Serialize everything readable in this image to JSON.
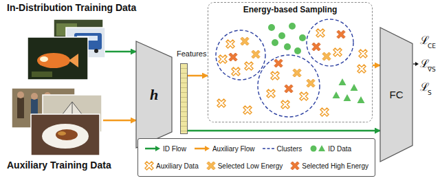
{
  "diagram": {
    "nodes": [
      {
        "text": [
          "In-Distribution Training Data"
        ]
      },
      {
        "text": [
          "Auxiliary Training Data"
        ]
      },
      {
        "text": [
          "h"
        ]
      },
      {
        "text": [
          "Features"
        ]
      },
      {
        "text": [
          "Energy-based Sampling"
        ]
      },
      {
        "text": [
          "FC"
        ]
      }
    ],
    "edges": [
      {
        "from": 0,
        "to": 2,
        "arrow": "to"
      },
      {
        "from": 1,
        "to": 2,
        "arrow": "to"
      },
      {
        "from": 3,
        "to": 4,
        "arrow": "to"
      },
      {
        "from": 4,
        "to": 5,
        "arrow": "to"
      },
      {
        "from": 3,
        "to": 5,
        "arrow": "to"
      }
    ],
    "labels": [
      "ℒ",
      "CE",
      "ℒ",
      "∇S",
      "ℒ",
      "S"
    ],
    "legend": [
      {
        "text": "ID Flow"
      },
      {
        "text": "Auxiliary Flow"
      },
      {
        "text": "Clusters"
      },
      {
        "text": "ID Data"
      },
      {
        "text": "Auxiliary Data"
      },
      {
        "text": "Selected Low Energy"
      },
      {
        "text": "Selected High Energy"
      }
    ]
  }
}
